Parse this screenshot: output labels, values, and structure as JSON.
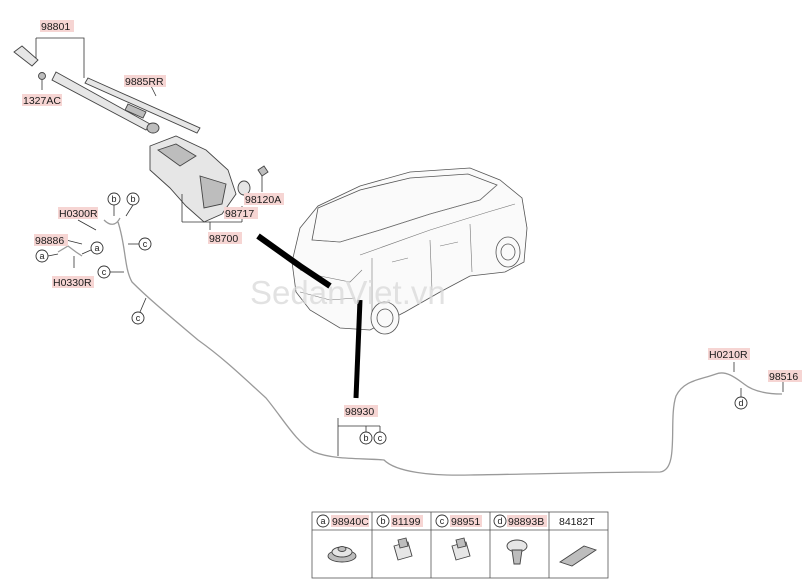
{
  "diagram": {
    "watermark": "SedanViet.vn",
    "part_numbers": {
      "p98801": "98801",
      "p1327AC": "1327AC",
      "p9885RR": "9885RR",
      "p98717": "98717",
      "p98120A": "98120A",
      "p98700": "98700",
      "pH0300R": "H0300R",
      "p98886": "98886",
      "pH0330R": "H0330R",
      "p98930": "98930",
      "pH0210R": "H0210R",
      "p98516": "98516"
    },
    "markers": {
      "a": "a",
      "b": "b",
      "c": "c",
      "d": "d"
    },
    "legend": [
      {
        "marker": "a",
        "part": "98940C"
      },
      {
        "marker": "b",
        "part": "81199"
      },
      {
        "marker": "c",
        "part": "98951"
      },
      {
        "marker": "d",
        "part": "98893B"
      },
      {
        "marker": "",
        "part": "84182T"
      }
    ]
  }
}
